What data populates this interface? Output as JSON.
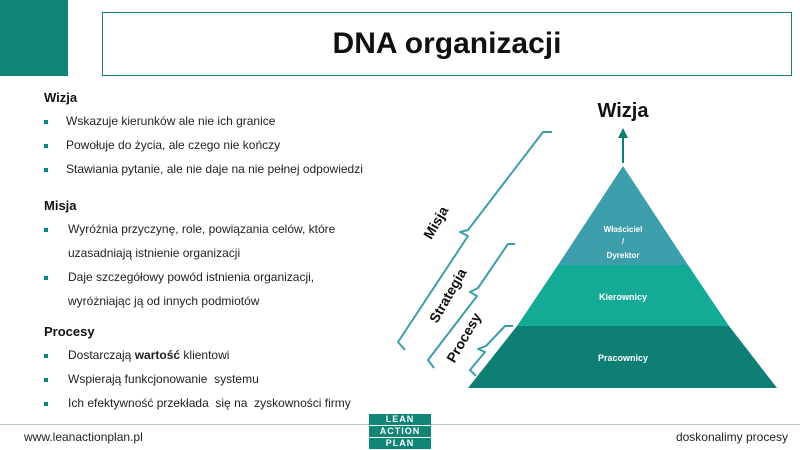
{
  "title": "DNA organizacji",
  "sections": {
    "wizja": {
      "heading": "Wizja",
      "items": [
        "Wskazuje  kierunków ale nie ich granice",
        "Powołuje do życia, ale czego nie kończy",
        "Stawiania pytanie, ale nie daje na nie pełnej odpowiedzi"
      ]
    },
    "misja": {
      "heading": "Misja",
      "items": [
        {
          "line1": "Wyróżnia przyczynę, role, powiązania celów, które",
          "line2": "uzasadniają  istnienie  organizacji"
        },
        {
          "line1": "Daje szczegółowy powód istnienia organizacji,",
          "line2": "wyróżniając  ją od innych podmiotów"
        }
      ]
    },
    "procesy": {
      "heading": "Procesy",
      "items": [
        {
          "pre": "Dostarczają ",
          "bold": "wartość",
          "post": " klientowi"
        },
        "Wspierają funkcjonowanie  systemu",
        "Ich efektywność przekłada  się na  zyskowności firmy"
      ]
    }
  },
  "pyramid": {
    "top_label": "Wizja",
    "levels": [
      {
        "label_lines": [
          "Właściciel",
          "/",
          "Dyrektor"
        ],
        "color": "#3d9eab"
      },
      {
        "label": "Kierownicy",
        "color": "#15aa95"
      },
      {
        "label": "Pracownicy",
        "color": "#0f7e75"
      }
    ],
    "side_labels": [
      "Misja",
      "Strategia",
      "Procesy"
    ]
  },
  "footer": {
    "left": "www.leanactionplan.pl",
    "right": "doskonalimy procesy",
    "logo": [
      "LEAN",
      "ACTION",
      "PLAN"
    ]
  },
  "colors": {
    "accent": "#0f8477",
    "bracket": "#3d9eab"
  }
}
